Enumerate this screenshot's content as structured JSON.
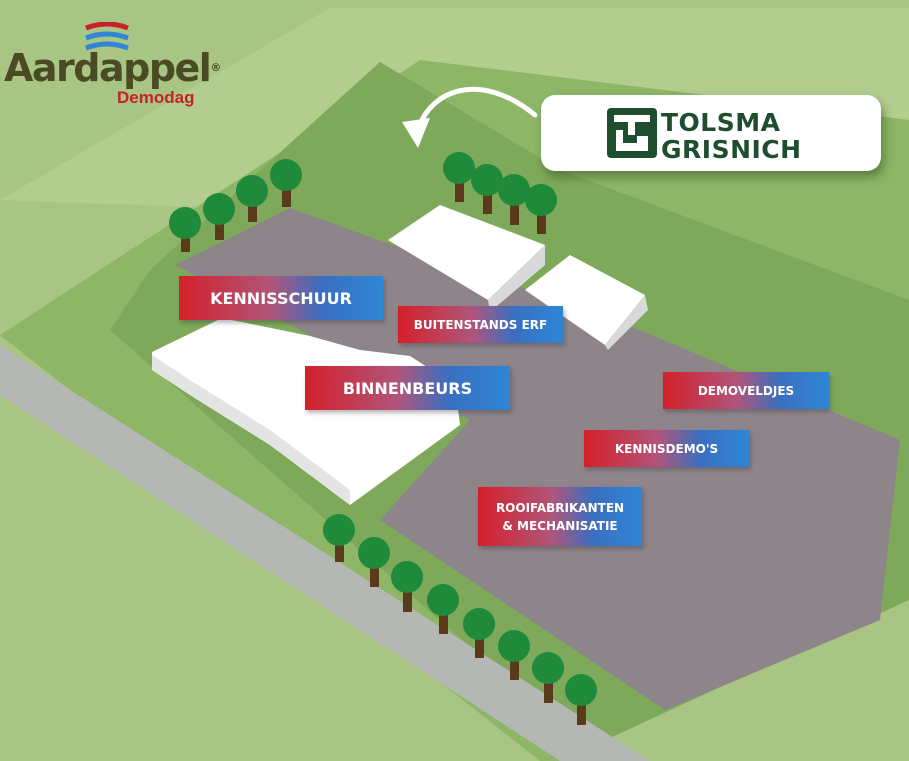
{
  "event_logo": {
    "name": "Aardappel",
    "trademark": "®",
    "subtitle": "Demodag"
  },
  "sponsor": {
    "name": "TOLSMA GRISNICH",
    "icon": "tolsma-grisnich-logo-icon"
  },
  "locations": [
    {
      "id": "kennisschuur",
      "label": "KENNISSCHUUR"
    },
    {
      "id": "buitenstands-erf",
      "label": "BUITENSTANDS ERF"
    },
    {
      "id": "binnenbeurs",
      "label": "BINNENBEURS"
    },
    {
      "id": "demoveldjes",
      "label": "DEMOVELDJES"
    },
    {
      "id": "kennisdemos",
      "label": "KENNISDEMO'S"
    },
    {
      "id": "rooifabrikanten",
      "label": "ROOIFABRIKANTEN\n& MECHANISATIE"
    }
  ],
  "colors": {
    "grass_light": "#a9c584",
    "grass_mid": "#8db667",
    "grass_dark": "#7ea95a",
    "road": "#b5b7b4",
    "area": "#8e858a",
    "tent": "#ffffff",
    "tree": "#1f8a3a",
    "trunk": "#5b3a1c",
    "label_red": "#d4202a",
    "label_blue": "#2f86d6",
    "sponsor_green": "#1e4e2e",
    "brand_red": "#c8202a",
    "brand_blue": "#2f86d6"
  }
}
